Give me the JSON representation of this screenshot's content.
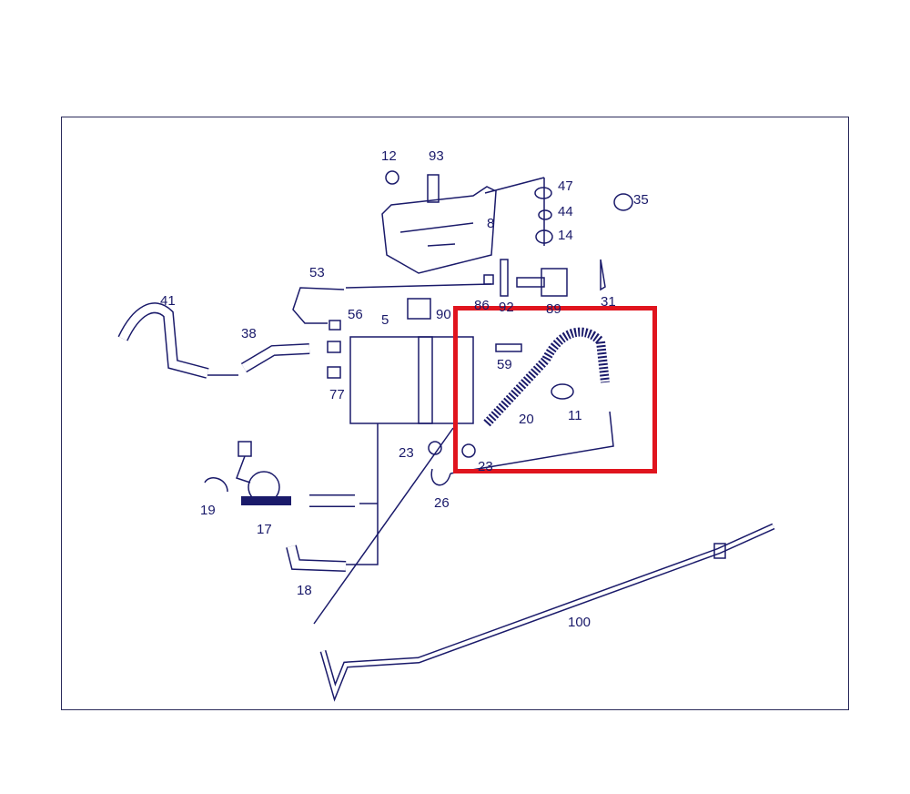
{
  "diagram": {
    "part_labels": [
      "12",
      "93",
      "47",
      "44",
      "14",
      "35",
      "8",
      "53",
      "86",
      "92",
      "89",
      "31",
      "41",
      "56",
      "5",
      "90",
      "38",
      "77",
      "59",
      "20",
      "11",
      "23",
      "23",
      "26",
      "19",
      "17",
      "18",
      "100"
    ],
    "highlight_color": "#e0141e",
    "line_color": "#1a1a6a"
  }
}
